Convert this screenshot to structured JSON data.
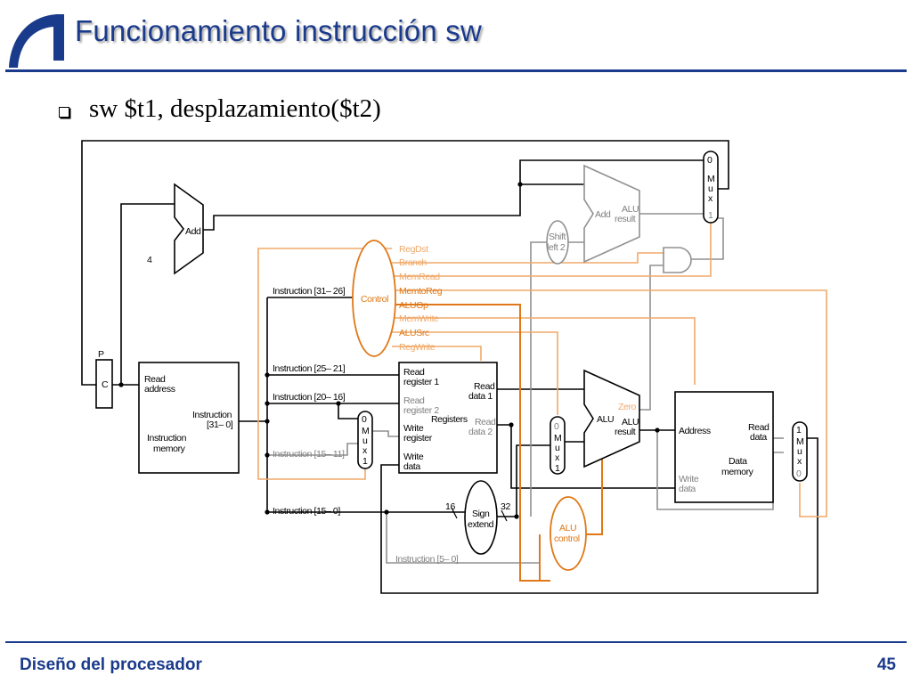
{
  "slide": {
    "title": "Funcionamiento instrucción sw",
    "bullet": "sw $t1, desplazamiento($t2)",
    "footer_left": "Diseño del procesador",
    "footer_right": "45"
  },
  "colors": {
    "title": "#1a3a8c",
    "active": "#000000",
    "inactive": "#808080",
    "control": "#e07818"
  },
  "diagram": {
    "pc": {
      "p": "P",
      "c": "C"
    },
    "add_top": "Add",
    "four": "4",
    "instr_mem": {
      "read": "Read",
      "address": "address",
      "instruction": "Instruction",
      "bits": "[31– 0]",
      "name1": "Instruction",
      "name2": "memory"
    },
    "control": "Control",
    "signals": [
      "RegDst",
      "Branch",
      "MemRead",
      "MemtoReg",
      "ALUOp",
      "MemWrite",
      "ALUSrc",
      "RegWrite"
    ],
    "fields": {
      "f31_26": "Instruction [31– 26]",
      "f25_21": "Instruction [25– 21]",
      "f20_16": "Instruction [20– 16]",
      "f15_11": "Instruction [15– 11]",
      "f15_0": "Instruction [15– 0]",
      "f5_0": "Instruction [5– 0]"
    },
    "registers": {
      "rr1a": "Read",
      "rr1b": "register 1",
      "rr2a": "Read",
      "rr2b": "register 2",
      "wra": "Write",
      "wrb": "register",
      "wda": "Write",
      "wdb": "data",
      "rd1a": "Read",
      "rd1b": "data 1",
      "rd2a": "Read",
      "rd2b": "data 2",
      "name": "Registers"
    },
    "mux_letters": [
      "M",
      "u",
      "x"
    ],
    "mux_regdst": {
      "top": "0",
      "bot": "1"
    },
    "mux_alusrc": {
      "top": "0",
      "bot": "1"
    },
    "mux_pc": {
      "top": "0",
      "bot": "1"
    },
    "mux_mem": {
      "top": "1",
      "bot": "0"
    },
    "sign_extend": {
      "a": "Sign",
      "b": "extend",
      "in_bits": "16",
      "out_bits": "32"
    },
    "alu_control": {
      "a": "ALU",
      "b": "control"
    },
    "alu": {
      "label": "ALU",
      "zero": "Zero",
      "res1": "ALU",
      "res2": "result"
    },
    "add_branch": {
      "label": "Add",
      "res1": "ALU",
      "res2": "result"
    },
    "shift": {
      "a": "Shift",
      "b": "left 2"
    },
    "data_mem": {
      "address": "Address",
      "rd1": "Read",
      "rd2": "data",
      "wd1": "Write",
      "wd2": "data",
      "name1": "Data",
      "name2": "memory"
    }
  }
}
